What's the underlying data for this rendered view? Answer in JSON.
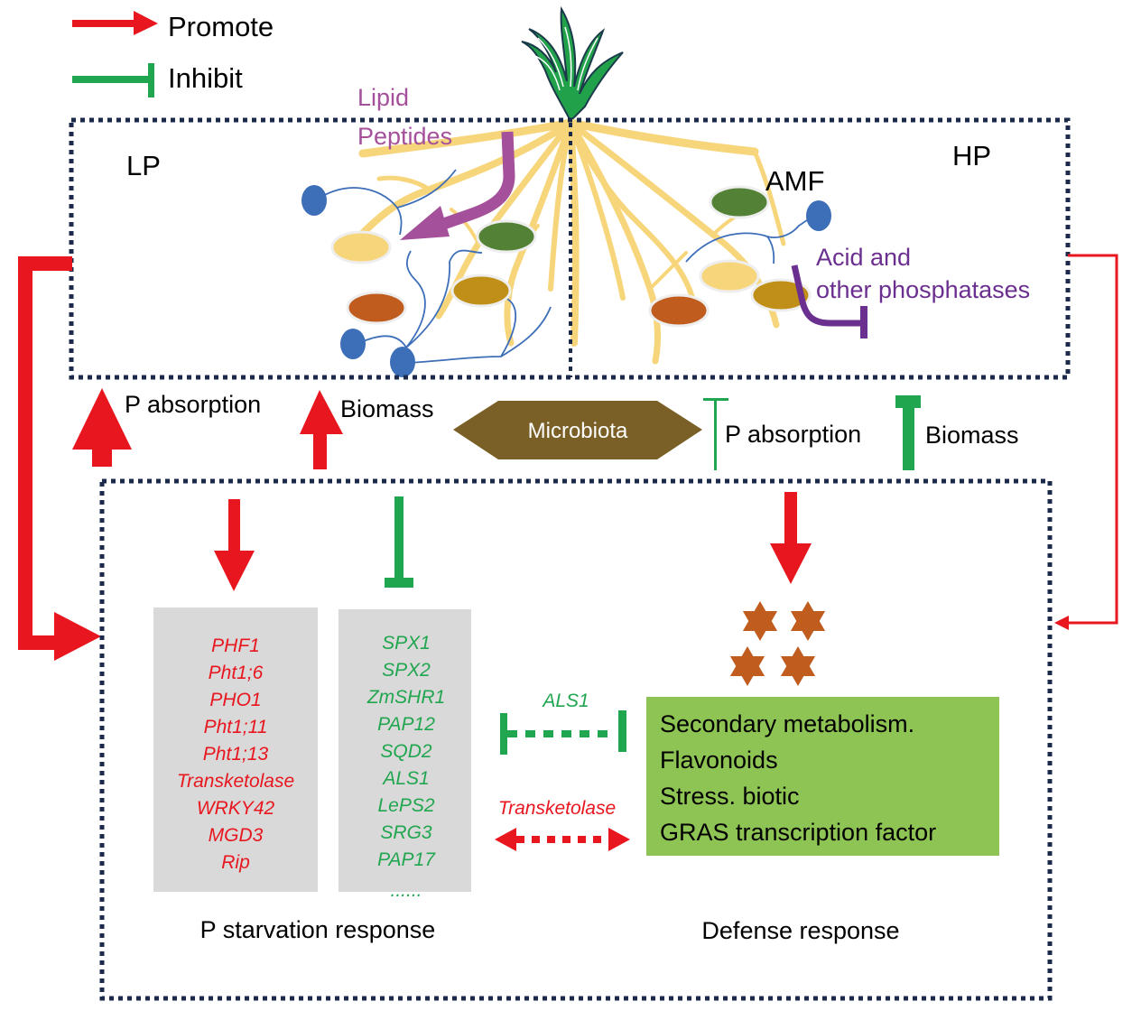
{
  "legend": {
    "promote_label": "Promote",
    "inhibit_label": "Inhibit"
  },
  "top_panel": {
    "left_label": "LP",
    "right_label": "HP",
    "lipid_label": "Lipid",
    "peptides_label": "Peptides",
    "amf_label": "AMF",
    "phosphatase_line1": "Acid and",
    "phosphatase_line2": "other phosphatases"
  },
  "middle_row": {
    "left_p_absorption": "P absorption",
    "left_biomass": "Biomass",
    "microbiota": "Microbiota",
    "right_p_absorption": "P absorption",
    "right_biomass": "Biomass"
  },
  "bottom_panel": {
    "promoted_genes": [
      "PHF1",
      "Pht1;6",
      "PHO1",
      "Pht1;11",
      "Pht1;13",
      "Transketolase",
      "WRKY42",
      "MGD3",
      "Rip"
    ],
    "inhibited_genes": [
      "SPX1",
      "SPX2",
      "ZmSHR1",
      "PAP12",
      "SQD2",
      "ALS1",
      "LePS2",
      "SRG3",
      "PAP17"
    ],
    "inhibited_more": "......",
    "als1_link_label": "ALS1",
    "transketolase_link_label": "Transketolase",
    "defense_items": [
      "Secondary metabolism.",
      "Flavonoids",
      "Stress. biotic",
      "GRAS transcription factor"
    ],
    "p_starvation_label": "P starvation response",
    "defense_label": "Defense response"
  },
  "colors": {
    "promote": "#e8161e",
    "inhibit": "#21a650",
    "dotted_border": "#1b2a4a",
    "root": "#f7d57a",
    "microbiota": "#7a6026",
    "gene_box": "#d9d9d9",
    "defense_box": "#8dc454",
    "lipid_text": "#a5509a",
    "phosphatase": "#6b2f8f",
    "star": "#c05c1e",
    "plant": "#21a24a",
    "fungus_blue": "#3d6eb8"
  }
}
